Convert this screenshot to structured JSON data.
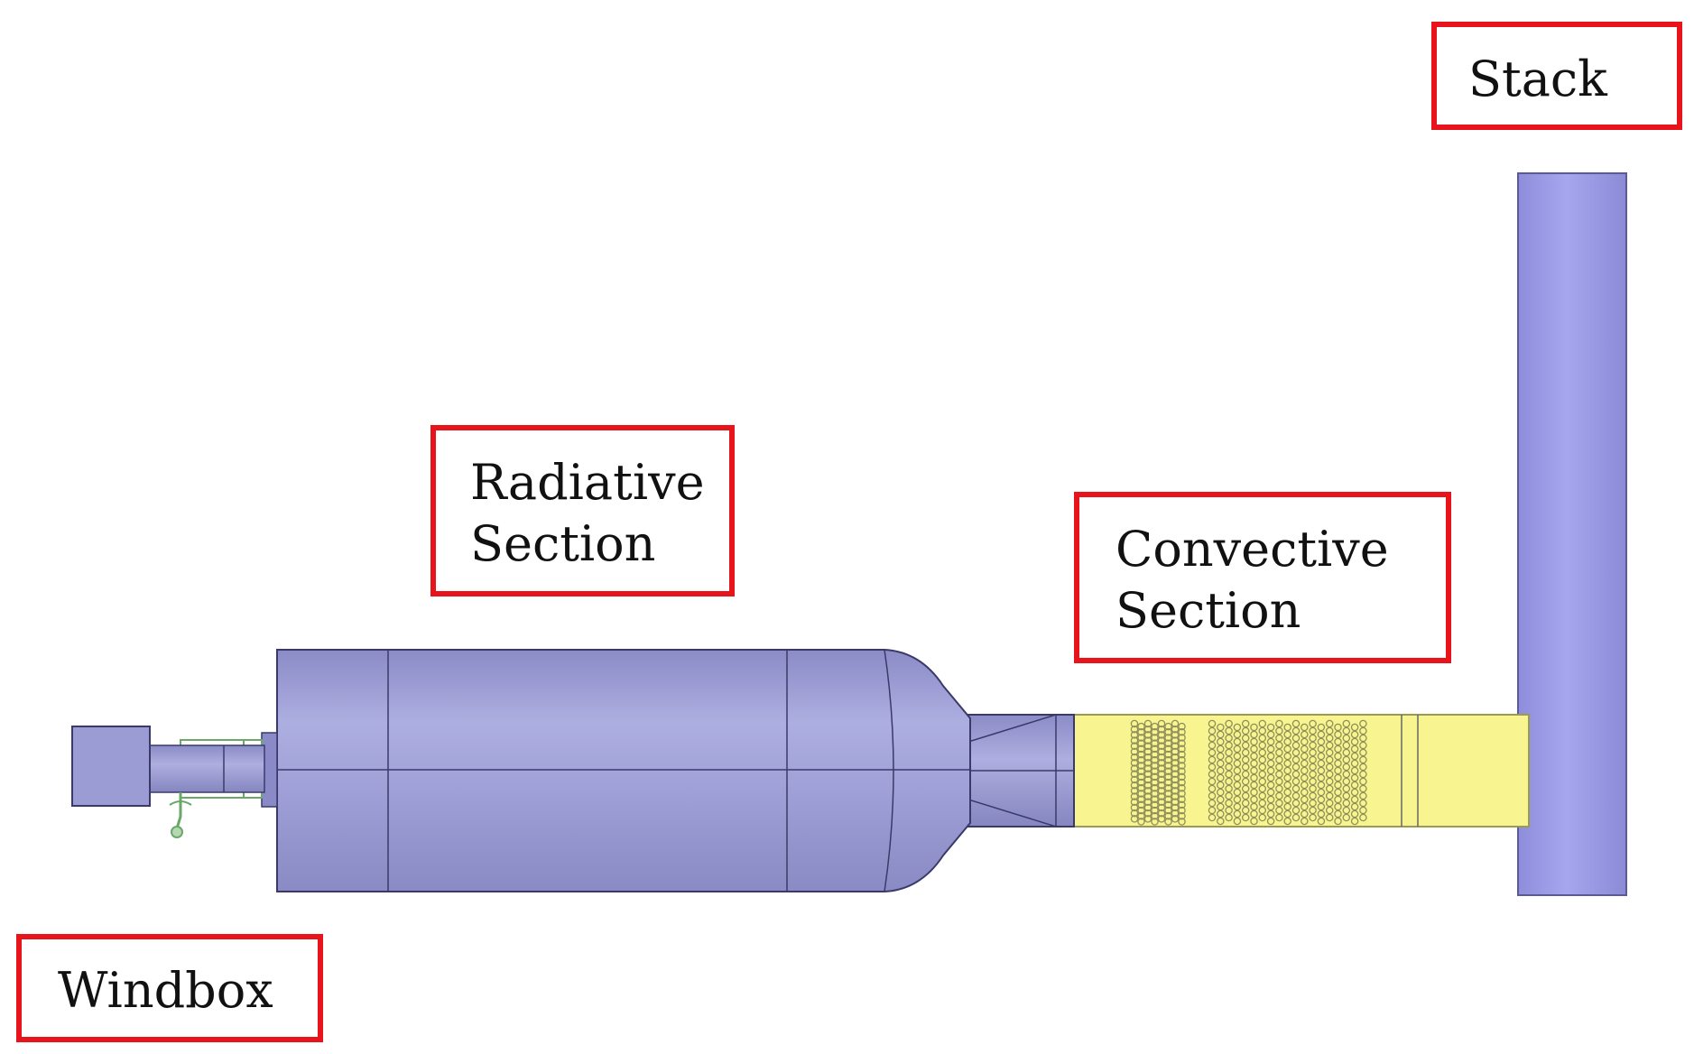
{
  "labels": {
    "stack": "Stack",
    "radiative_line1": "Radiative",
    "radiative_line2": "Section",
    "convective_line1": "Convective",
    "convective_line2": "Section",
    "windbox": "Windbox"
  },
  "colors": {
    "label_border": "#e8141b",
    "vessel_body": "#9b9bd6",
    "stack_body": "#9898e0",
    "convective_section": "#f8f590",
    "outline": "#3a3a6a",
    "burner_accent": "#6aa86a"
  }
}
